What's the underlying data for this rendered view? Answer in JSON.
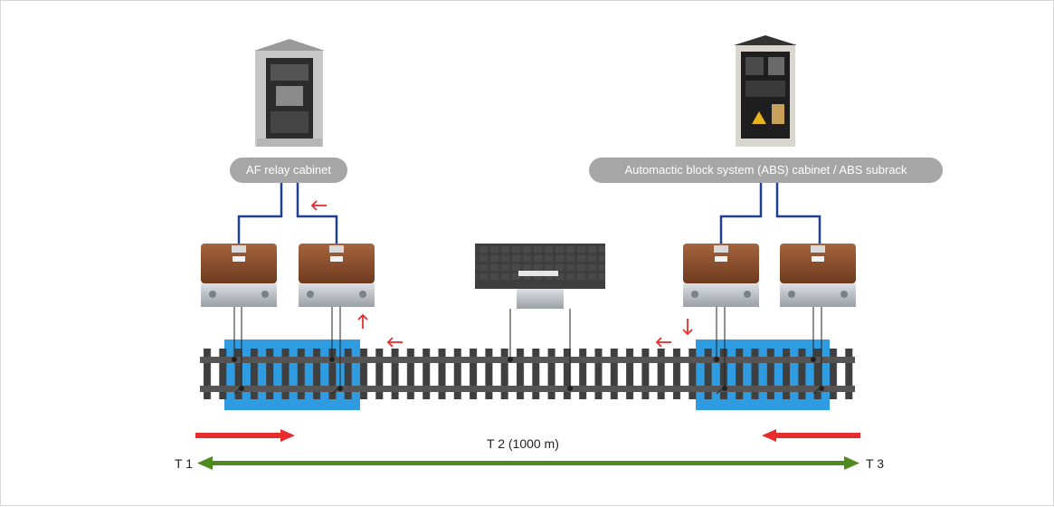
{
  "labels": {
    "af_cabinet": "AF relay cabinet",
    "abs_cabinet": "Automactic block system (ABS) cabinet / ABS subrack",
    "section": "T 2  (1000 m)",
    "left_end": "T 1",
    "right_end": "T 3"
  },
  "colors": {
    "pill": "#a6a6a6",
    "cable": "#1f3f8f",
    "direction_arrow": "#e52d2d",
    "span_arrow": "#4e8a1e",
    "detection_zone": "#2f9be0",
    "rail": "#4a4a4a",
    "tuning_unit_body": "#8c4c2c"
  },
  "icons": [
    "rail-track",
    "cabinet-photo",
    "tuning-unit",
    "junction-box",
    "direction-arrow",
    "span-arrow"
  ]
}
